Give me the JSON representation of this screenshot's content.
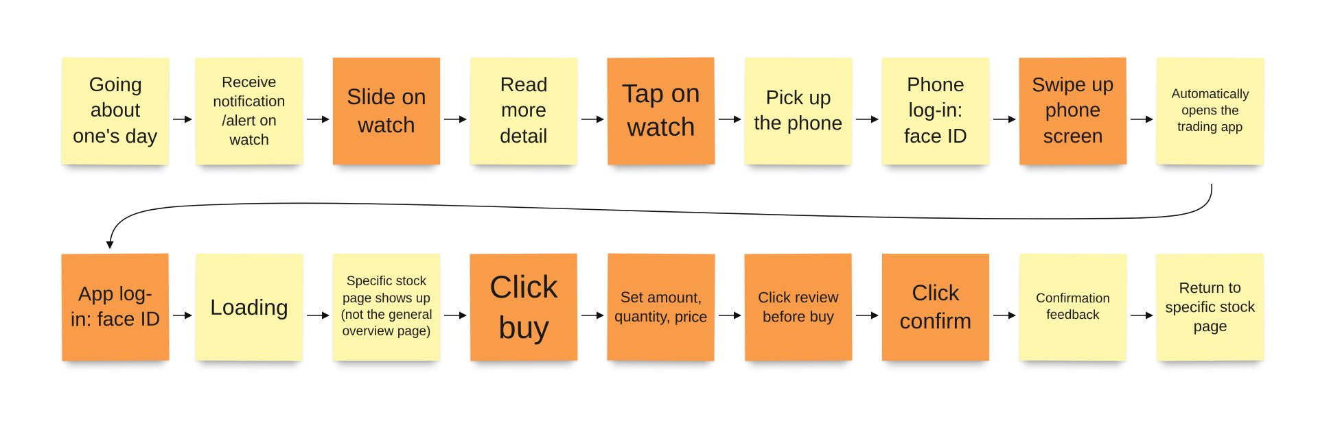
{
  "colors": {
    "light": "#fdf7ae",
    "dark": "#f89c4a",
    "arrow": "#111111"
  },
  "rows": [
    [
      {
        "text": "Going about one's day",
        "tone": "light",
        "size": "m"
      },
      {
        "text": "Receive notification /alert on watch",
        "tone": "light",
        "size": "s"
      },
      {
        "text": "Slide on watch",
        "tone": "dark",
        "size": "l"
      },
      {
        "text": "Read more detail",
        "tone": "light",
        "size": "m"
      },
      {
        "text": "Tap on watch",
        "tone": "dark",
        "size": "xl"
      },
      {
        "text": "Pick up the phone",
        "tone": "light",
        "size": "m"
      },
      {
        "text": "Phone log-in: face ID",
        "tone": "light",
        "size": "m"
      },
      {
        "text": "Swipe up phone screen",
        "tone": "dark",
        "size": "m"
      },
      {
        "text": "Automatically opens the trading app",
        "tone": "light",
        "size": "xs"
      }
    ],
    [
      {
        "text": "App log-in: face ID",
        "tone": "dark",
        "size": "m"
      },
      {
        "text": "Loading",
        "tone": "light",
        "size": "l"
      },
      {
        "text": "Specific stock page shows up (not the general overview page)",
        "tone": "light",
        "size": "xs"
      },
      {
        "text": "Click buy",
        "tone": "dark",
        "size": "xxl"
      },
      {
        "text": "Set amount, quantity, price",
        "tone": "dark",
        "size": "s"
      },
      {
        "text": "Click review before buy",
        "tone": "dark",
        "size": "s"
      },
      {
        "text": "Click confirm",
        "tone": "dark",
        "size": "l"
      },
      {
        "text": "Confirmation feedback",
        "tone": "light",
        "size": "xs"
      },
      {
        "text": "Return to specific stock page",
        "tone": "light",
        "size": "s"
      }
    ]
  ]
}
